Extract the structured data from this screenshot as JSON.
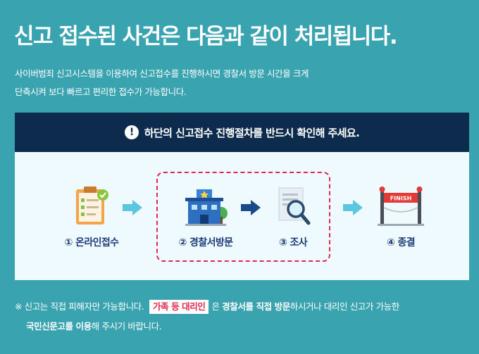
{
  "header": {
    "title": "신고 접수된 사건은 다음과 같이 처리됩니다.",
    "desc_line1": "사이버범죄 신고시스템을 이용하여 신고접수를 진행하시면 경찰서 방문 시간을 크게",
    "desc_line2": "단축시켜 보다 빠르고 편리한 접수가 가능합니다."
  },
  "panel": {
    "notice_icon": "exclamation-icon",
    "notice_mark": "!",
    "notice_text": "하단의 신고접수 진행절차를 반드시 확인해 주세요.",
    "steps": [
      {
        "label": "① 온라인접수",
        "icon": "clipboard-checklist-icon"
      },
      {
        "label": "② 경찰서방문",
        "icon": "police-station-icon"
      },
      {
        "label": "③ 조사",
        "icon": "document-magnifier-icon"
      },
      {
        "label": "④ 종결",
        "icon": "finish-line-icon"
      }
    ],
    "finish_text": "FINISH"
  },
  "note": {
    "mark": "※",
    "part1": "신고는 직접 피해자만 가능합니다.",
    "highlight": "가족 등 대리인",
    "part2": "은",
    "bold1": "경찰서를 직접 방문",
    "part3": "하시거나 대리인 신고가 가능한",
    "bold2": "국민신문고를 이용",
    "part4": "해 주시기 바랍니다."
  },
  "colors": {
    "background": "#3aa3b0",
    "header_bar": "#0d2b4c",
    "panel": "#eefafd",
    "accent_red": "#e0284e",
    "step_label": "#1e3d7a",
    "arrow_light": "#5cc6e0",
    "arrow_dark": "#1a4a8a"
  }
}
